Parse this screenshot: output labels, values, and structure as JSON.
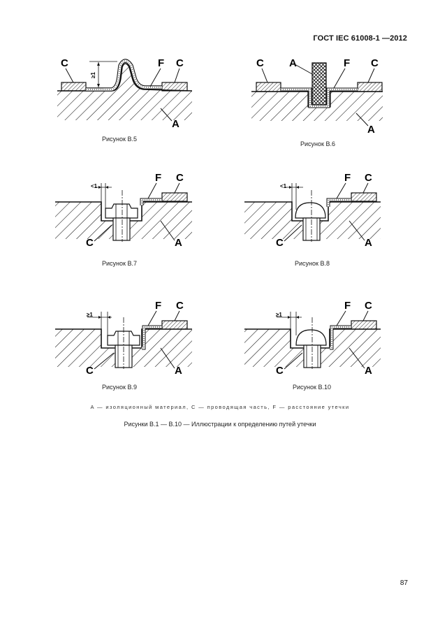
{
  "header": {
    "standard": "ГОСТ IEC 61008-1 —2012"
  },
  "labels": {
    "c": "C",
    "a": "A",
    "f": "F",
    "ge1": "≥1",
    "lt1": "<1"
  },
  "captions": {
    "b5": "Рисунок В.5",
    "b6": "Рисунок В.6",
    "b7": "Рисунок В.7",
    "b8": "Рисунок В.8",
    "b9": "Рисунок В.9",
    "b10": "Рисунок В.10"
  },
  "legend": "A — изоляционный материал, C — проводящая часть, F — расстояние утечки",
  "figure_title": "Рисунки В.1 — В.10 — Иллюстрации к определению путей утечки",
  "page_number": "87"
}
